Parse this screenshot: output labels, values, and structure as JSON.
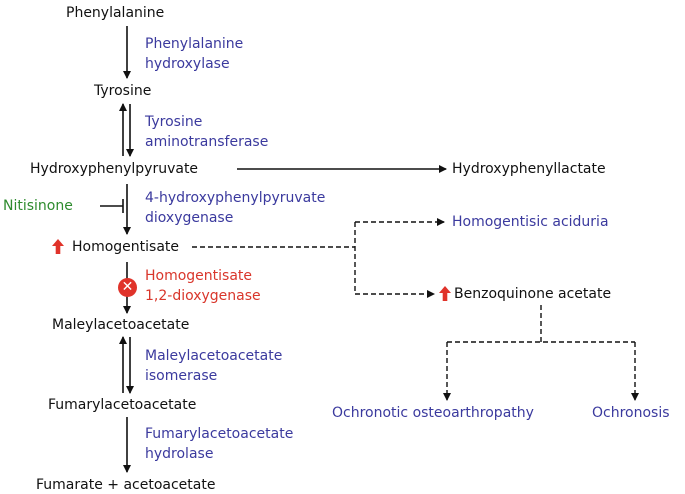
{
  "metabolites": {
    "phenylalanine": "Phenylalanine",
    "tyrosine": "Tyrosine",
    "hydroxyphenylpyruvate": "Hydroxyphenylpyruvate",
    "hydroxyphenyllactate": "Hydroxyphenyllactate",
    "homogentisate": "Homogentisate",
    "benzoquinone_acetate": "Benzoquinone acetate",
    "maleylacetoacetate": "Maleylacetoacetate",
    "fumarylacetoacetate": "Fumarylacetoacetate",
    "fumarate_acetoacetate": "Fumarate + acetoacetate"
  },
  "enzymes": {
    "phenylalanine_hydroxylase": "Phenylalanine\nhydroxylase",
    "tyrosine_aminotransferase": "Tyrosine\naminotransferase",
    "hpd": "4-hydroxyphenylpyruvate\ndioxygenase",
    "hgd": "Homogentisate\n1,2-dioxygenase",
    "maa_isomerase": "Maleylacetoacetate\nisomerase",
    "faa_hydrolase": "Fumarylacetoacetate\nhydrolase"
  },
  "inhibitor": "Nitisinone",
  "conditions": {
    "homogentisic_aciduria": "Homogentisic aciduria",
    "ochronotic_osteoarthropathy": "Ochronotic osteoarthropathy",
    "ochronosis": "Ochronosis"
  },
  "badge": "✕",
  "colors": {
    "metabolite": "#111111",
    "enzyme": "#3b3a9e",
    "deficient_enzyme": "#d9362b",
    "inhibitor": "#2e8b2e",
    "condition": "#3b3a9e",
    "increase_arrow": "#e0332a"
  }
}
